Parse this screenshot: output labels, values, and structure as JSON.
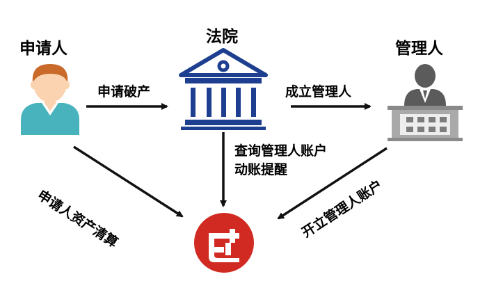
{
  "nodes": {
    "applicant": {
      "label": "申请人",
      "icon": "person-icon"
    },
    "court": {
      "label": "法院",
      "icon": "courthouse-icon"
    },
    "administrator": {
      "label": "管理人",
      "icon": "administrator-icon"
    },
    "bank": {
      "icon": "bank-logo-icon"
    }
  },
  "edges": {
    "apply_bankruptcy": "申请破产",
    "establish_administrator": "成立管理人",
    "query_account_line1": "查询管理人账户",
    "query_account_line2": "动账提醒",
    "asset_liquidation": "申请人资产清算",
    "open_account": "开立管理人账户"
  },
  "colors": {
    "arrow": "#111111",
    "court_blue": "#1e3f8f",
    "person_hair": "#c96a2a",
    "person_skin": "#fcd3b0",
    "person_shirt": "#49b3bd",
    "admin_gray": "#5b5b5b",
    "bank_red": "#d12a22"
  }
}
